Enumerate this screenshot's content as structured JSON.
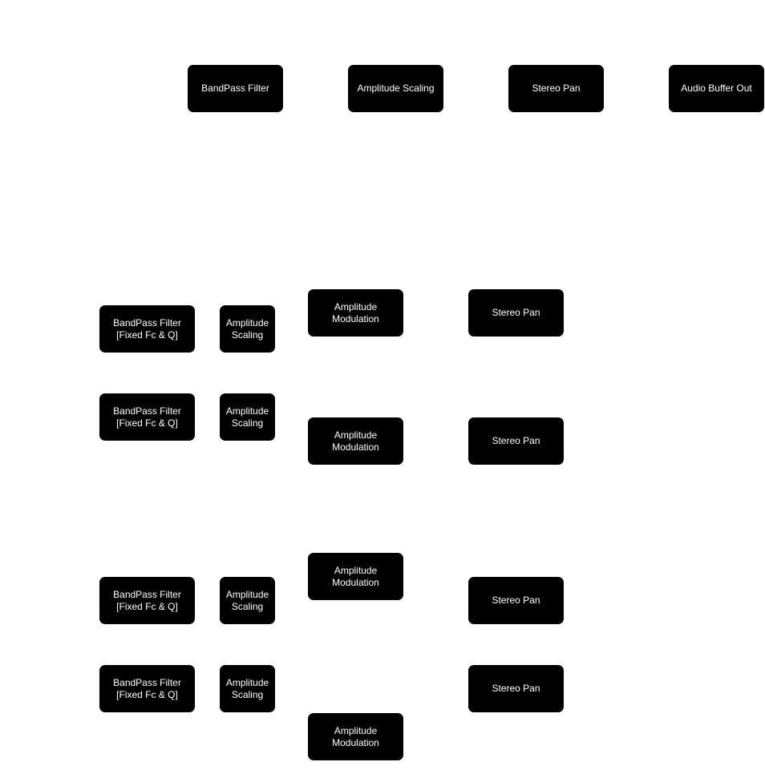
{
  "colors": {
    "background": "#ffffff",
    "node_fill": "#000000",
    "node_text": "#ffffff"
  },
  "top_chain": [
    "BandPass Filter",
    "Amplitude Scaling",
    "Stereo Pan",
    "Audio Buffer Out"
  ],
  "filters": [
    "BandPass Filter\n[Fixed Fc & Q]",
    "BandPass Filter\n[Fixed Fc & Q]",
    "BandPass Filter\n[Fixed Fc & Q]",
    "BandPass Filter\n[Fixed Fc & Q]"
  ],
  "scalings": [
    "Amplitude\nScaling",
    "Amplitude\nScaling",
    "Amplitude\nScaling",
    "Amplitude\nScaling"
  ],
  "modulations": [
    "Amplitude\nModulation",
    "Amplitude\nModulation",
    "Amplitude\nModulation",
    "Amplitude\nModulation"
  ],
  "pans": [
    "Stereo Pan",
    "Stereo Pan",
    "Stereo Pan",
    "Stereo Pan"
  ]
}
